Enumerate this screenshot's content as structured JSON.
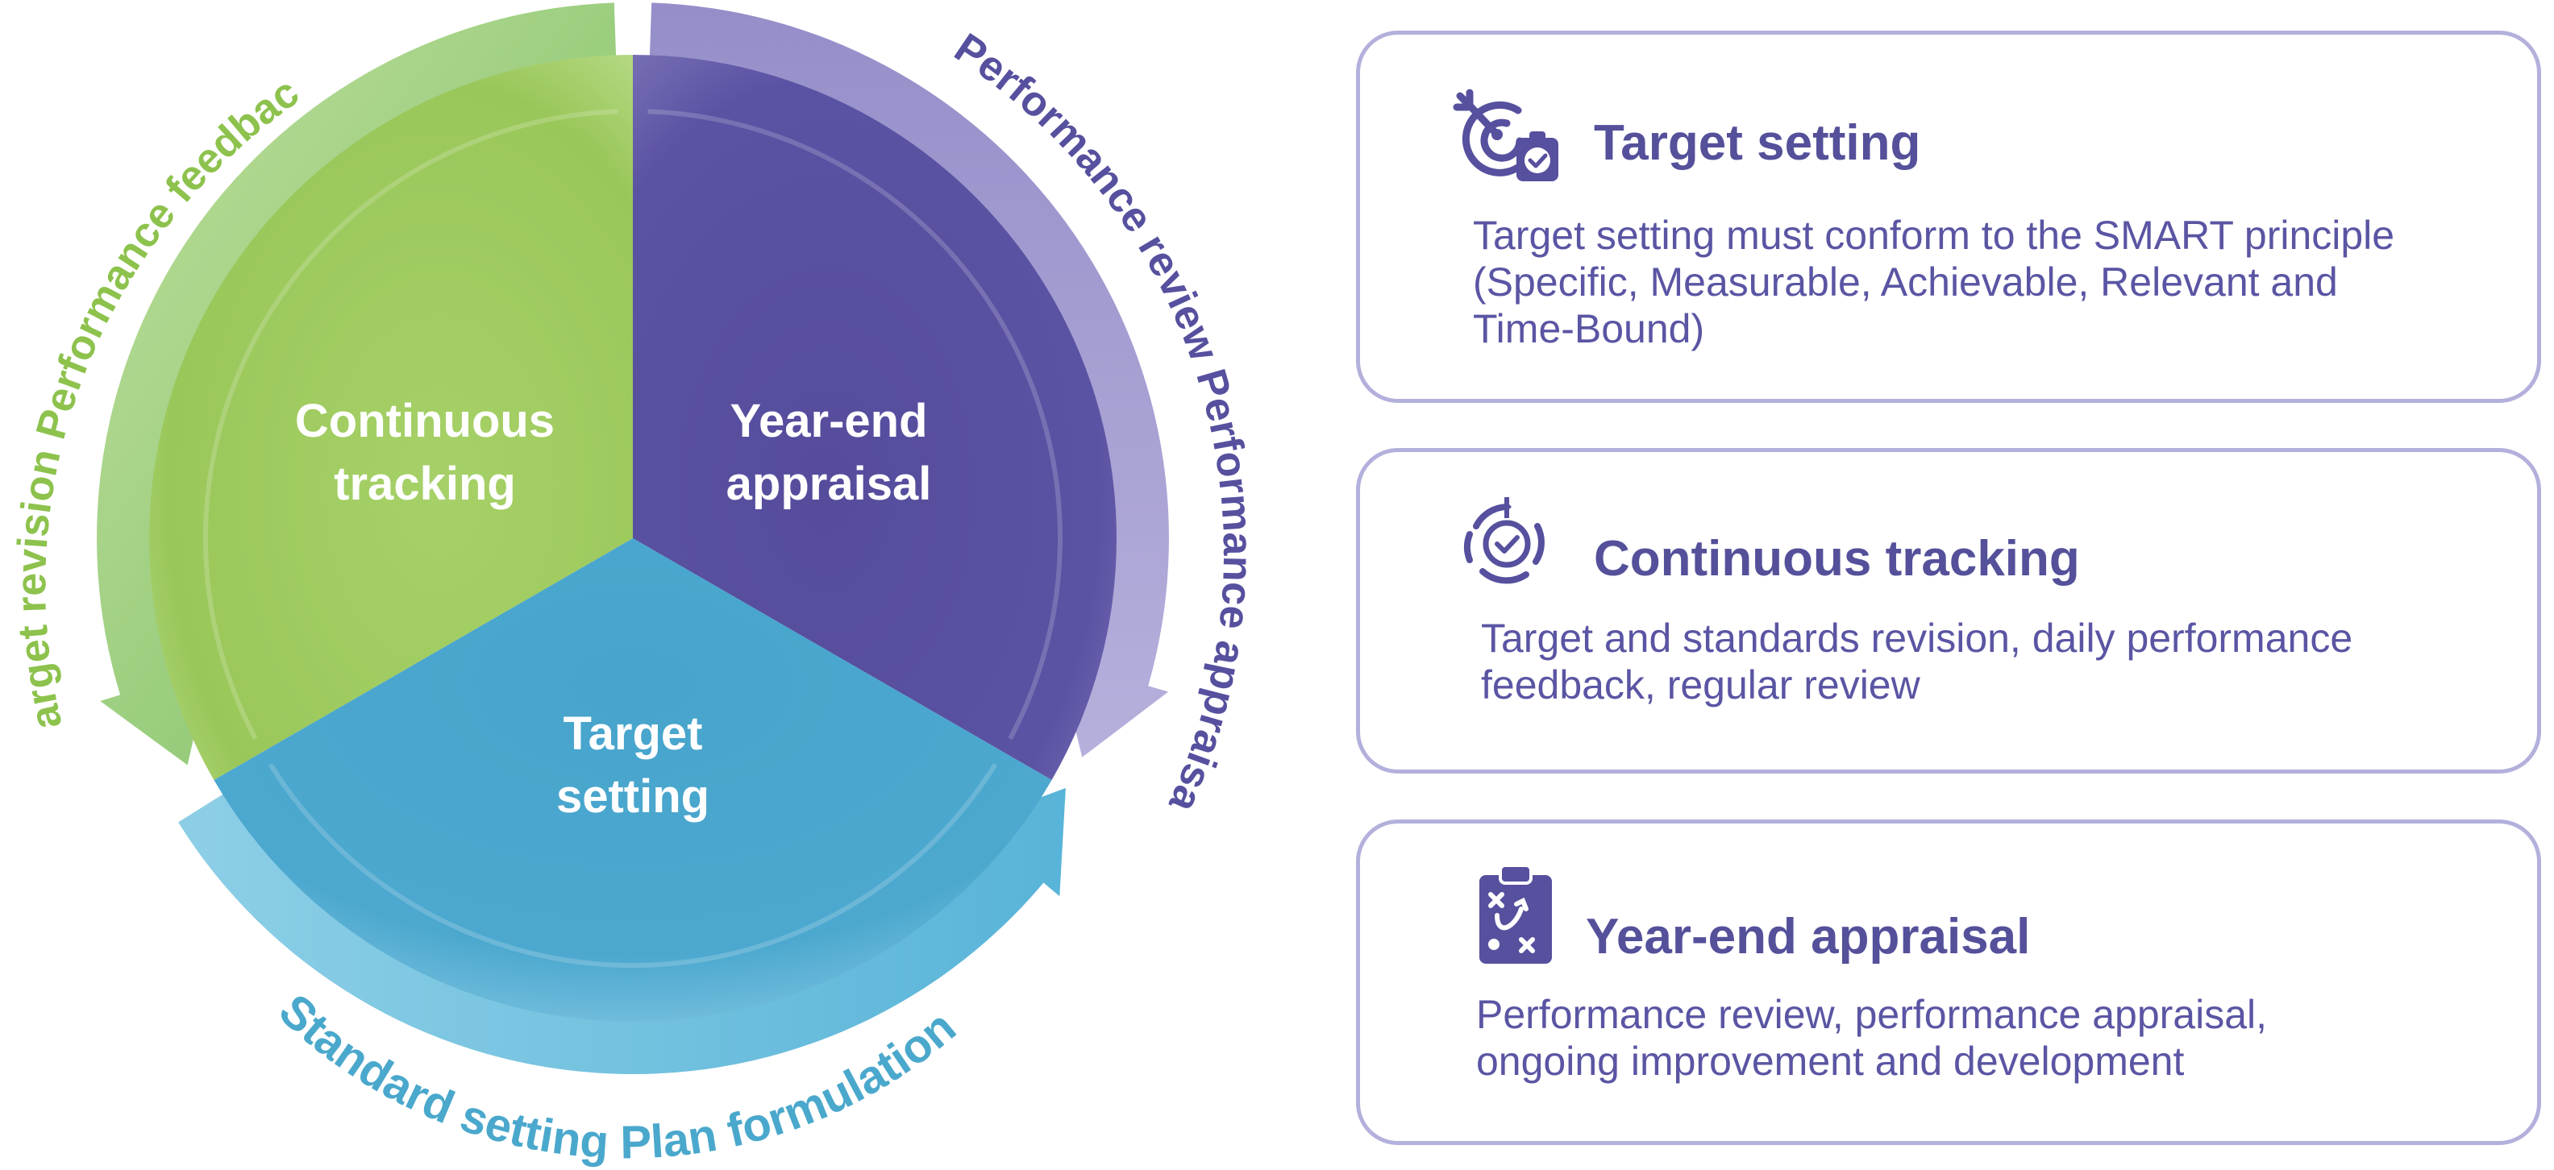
{
  "cycle": {
    "segments": {
      "continuous_tracking": {
        "line1": "Continuous",
        "line2": "tracking"
      },
      "year_end_appraisal": {
        "line1": "Year-end",
        "line2": "appraisal"
      },
      "target_setting": {
        "line1": "Target",
        "line2": "setting"
      }
    },
    "arc_labels": {
      "green": "Target revision Performance feedback",
      "purple": "Performance review Performance appraisal",
      "blue": "Standard setting Plan formulation"
    }
  },
  "cards": [
    {
      "icon": "target-check-icon",
      "title": "Target setting",
      "body_lines": [
        "Target setting must conform to the SMART principle",
        "(Specific, Measurable, Achievable, Relevant and",
        "Time-Bound)"
      ]
    },
    {
      "icon": "cycle-target-icon",
      "title": "Continuous tracking",
      "body_lines": [
        "Target and standards revision, daily performance",
        "feedback, regular review"
      ]
    },
    {
      "icon": "clipboard-strategy-icon",
      "title": "Year-end appraisal",
      "body_lines": [
        "Performance review, performance appraisal,",
        "ongoing improvement and development"
      ]
    }
  ],
  "colors": {
    "green": "#9bc95a",
    "purple": "#5a52a0",
    "blue": "#4aa6ce",
    "green_label": "#8dc24d",
    "purple_label": "#56509e",
    "blue_label": "#4aa8cc",
    "card_border": "#b3b0dc",
    "card_title": "#54509a"
  }
}
